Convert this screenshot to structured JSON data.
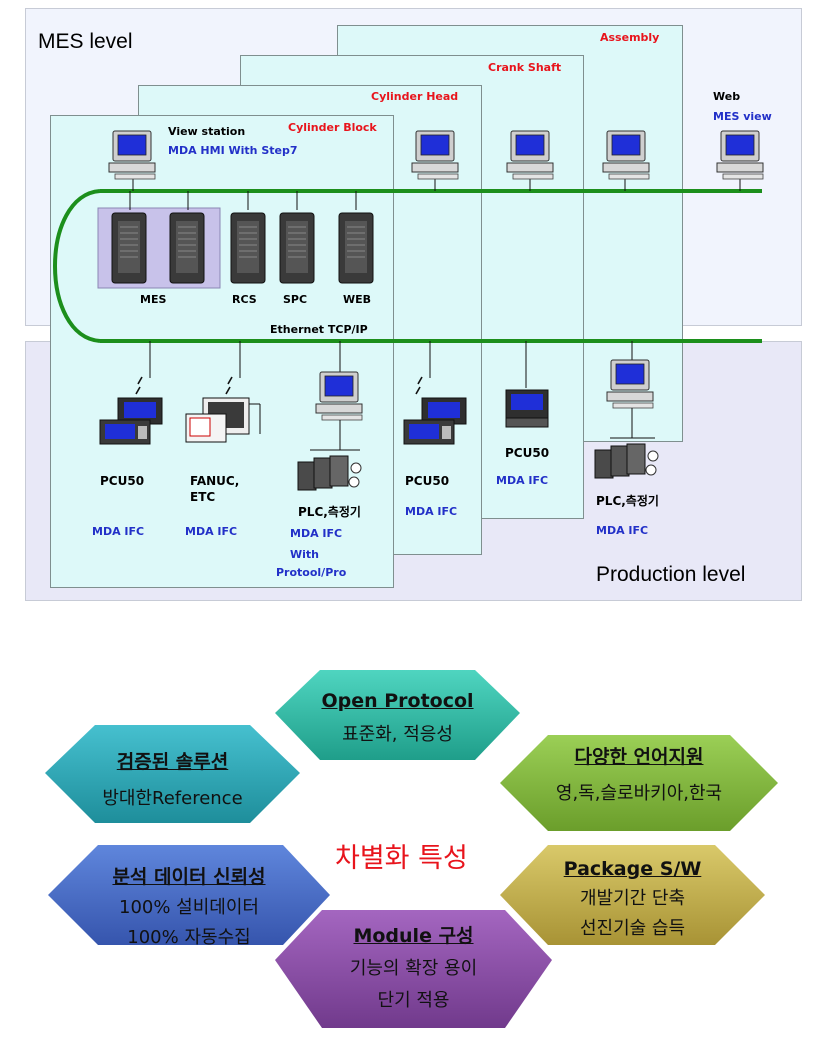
{
  "levels": {
    "mes": "MES level",
    "production": "Production level"
  },
  "layers": {
    "cylinder_block": "Cylinder Block",
    "cylinder_head": "Cylinder Head",
    "crank_shaft": "Crank Shaft",
    "assembly": "Assembly"
  },
  "view_station": {
    "title": "View station",
    "subtitle": "MDA HMI With Step7"
  },
  "web": {
    "title": "Web",
    "subtitle": "MES view"
  },
  "servers": [
    "MES",
    "RCS",
    "SPC",
    "WEB"
  ],
  "network": "Ethernet TCP/IP",
  "devices": {
    "d1": {
      "name": "PCU50",
      "ifc": "MDA IFC"
    },
    "d2": {
      "name": "FANUC,",
      "name2": "ETC",
      "ifc": "MDA IFC"
    },
    "d3": {
      "name": "PLC,측정기",
      "ifc": "MDA IFC",
      "extra1": "With",
      "extra2": "Protool/Pro"
    },
    "d4": {
      "name": "PCU50",
      "ifc": "MDA IFC"
    },
    "d5": {
      "name": "PCU50",
      "ifc": "MDA IFC"
    },
    "d6": {
      "name": "PLC,측정기",
      "ifc": "MDA IFC"
    }
  },
  "features": {
    "center": "차별화 특성",
    "open_protocol": {
      "title": "Open Protocol",
      "lines": [
        "표준화, 적응성"
      ],
      "color": "#2bbba3"
    },
    "verified": {
      "title": "검증된 솔루션",
      "lines": [
        "방대한Reference"
      ],
      "color": "#2aa6b4"
    },
    "language": {
      "title": "다양한 언어지원",
      "lines": [
        "영,독,슬로바키아,한국"
      ],
      "color": "#7fb23c"
    },
    "analysis": {
      "title": "분석 데이터 신뢰성",
      "lines": [
        "100% 설비데이터",
        "100% 자동수집"
      ],
      "color": "#4468c2"
    },
    "package": {
      "title": "Package S/W",
      "lines": [
        "개발기간 단축",
        "선진기술 습득"
      ],
      "color": "#c4b14e"
    },
    "module": {
      "title": "Module 구성",
      "lines": [
        "기능의 확장 용이",
        "단기 적용"
      ],
      "color": "#8a4aa4"
    }
  }
}
